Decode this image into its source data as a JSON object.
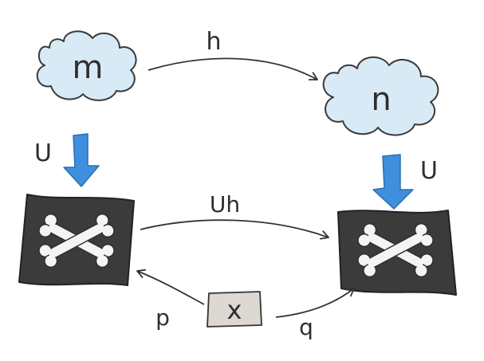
{
  "nodes": {
    "m": {
      "label": "m"
    },
    "n": {
      "label": "n"
    },
    "x": {
      "label": "x"
    }
  },
  "edges": {
    "h": {
      "label": "h"
    },
    "Uh": {
      "label": "Uh"
    },
    "U_left": {
      "label": "U"
    },
    "U_right": {
      "label": "U"
    },
    "p": {
      "label": "p"
    },
    "q": {
      "label": "q"
    }
  },
  "colors": {
    "cloud_fill": "#d8eaf6",
    "cloud_stroke": "#3a3a3a",
    "functor_arrow": "#3f8fde",
    "flag_fill": "#3b3b3b",
    "bone_fill": "#f4f4f4",
    "x_box_fill": "#ddd8d2",
    "ink": "#333333"
  },
  "icons": {
    "clouds": "cloud-icon",
    "flags": "skull-crossbones-flag-icon"
  }
}
